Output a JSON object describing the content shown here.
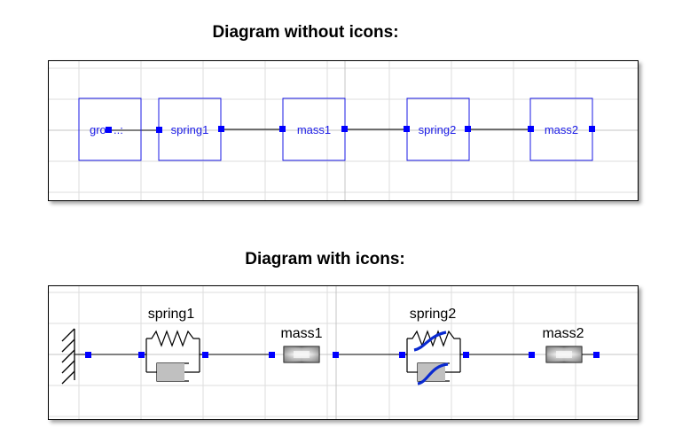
{
  "top": {
    "heading": "Diagram without icons:",
    "blocks": {
      "ground": "gro",
      "spring1": "spring1",
      "mass1": "mass1",
      "spring2": "spring2",
      "mass2": "mass2"
    }
  },
  "bottom": {
    "heading": "Diagram with icons:",
    "labels": {
      "spring1": "spring1",
      "mass1": "mass1",
      "spring2": "spring2",
      "mass2": "mass2"
    }
  },
  "colors": {
    "block_outline": "#1a1ae6",
    "connector": "#0000ff",
    "grid": "#d9d9d9",
    "wire": "#000000"
  }
}
